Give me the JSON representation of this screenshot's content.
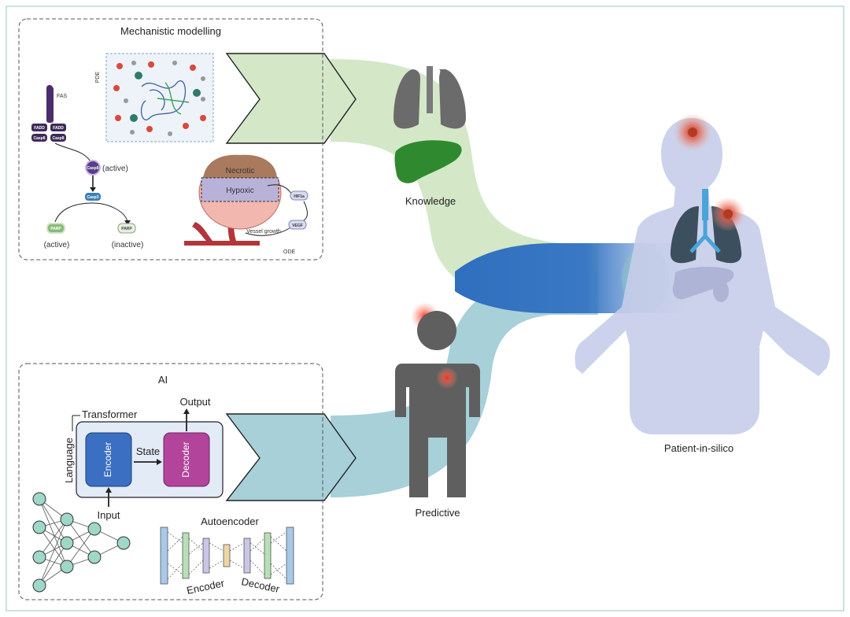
{
  "mechanistic": {
    "title": "Mechanistic modelling",
    "pde_label": "PDE",
    "ode_label": "ODE",
    "fas_label": "FAS",
    "fadd": "FADD",
    "casp8": "Casp8",
    "casp3": "Casp3",
    "parp": "PARP",
    "active": "(active)",
    "active2": "(active)",
    "inactive": "(inactive)",
    "necrotic": "Necrotic",
    "hypoxic": "Hypoxic",
    "hif": "HIF1a",
    "vegf": "VEGF",
    "vessel": "Vessel growth"
  },
  "ai": {
    "title": "AI",
    "transformer": "Transformer",
    "output": "Output",
    "input": "Input",
    "language": "Language",
    "encoder": "Encoder",
    "decoder": "Decoder",
    "state": "State",
    "autoencoder": "Autoencoder",
    "ae_encoder": "Encoder",
    "ae_decoder": "Decoder"
  },
  "labels": {
    "knowledge": "Knowledge",
    "predictive": "Predictive",
    "patient": "Patient-in-silico"
  },
  "colors": {
    "knowledge_flow": "#d4e8c8",
    "predictive_flow": "#a7d0d9",
    "patient_flow": "#2f6fbd",
    "encoder": "#3b6fc1",
    "decoder": "#b2449b",
    "silhouette": "#c7cde9",
    "figure_grey": "#5f5f5f",
    "liver_green": "#2f8a2f"
  }
}
